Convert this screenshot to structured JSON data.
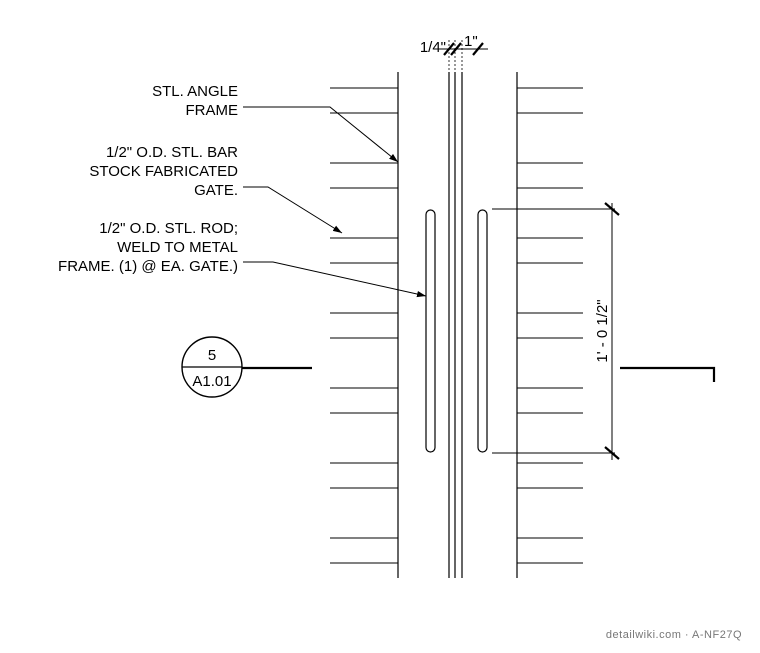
{
  "notes": {
    "angle_frame": [
      "STL. ANGLE",
      "FRAME"
    ],
    "bar_stock_gate": [
      "1/2\" O.D. STL. BAR",
      "STOCK FABRICATED",
      "GATE."
    ],
    "rod": [
      "1/2\" O.D.  STL. ROD;",
      "WELD TO METAL",
      "FRAME. (1) @ EA. GATE.)"
    ]
  },
  "dimensions": {
    "gap_quarter": "1/4\"",
    "gap_one": "1\"",
    "rod_length": "1' - 0 1/2\""
  },
  "section_marker": {
    "number": "5",
    "sheet": "A1.01"
  },
  "watermark": "detailwiki.com · A-NF27Q"
}
